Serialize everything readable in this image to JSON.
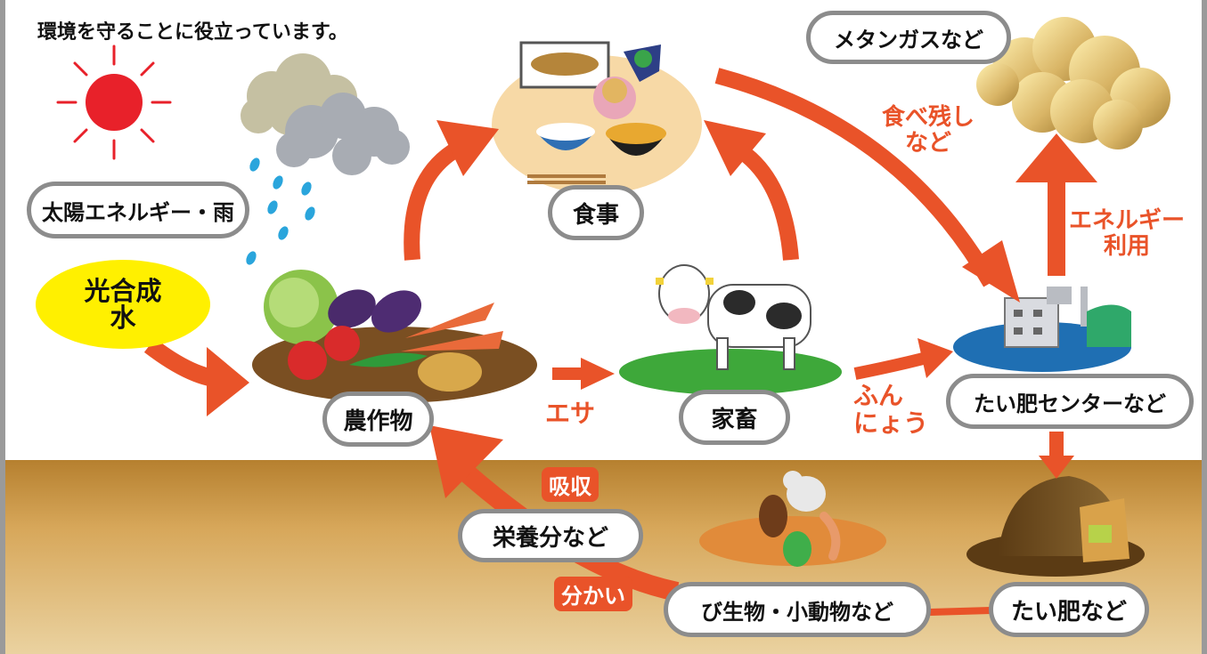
{
  "intro_text": "環境を守ることに役立っています。",
  "nodes": {
    "sun_rain": "太陽エネルギー・雨",
    "meal": "食事",
    "methane": "メタンガスなど",
    "crops": "農作物",
    "livestock": "家畜",
    "compost_center": "たい肥センターなど",
    "nutrients": "栄養分など",
    "microbes": "び生物・小動物など",
    "compost": "たい肥など"
  },
  "photosynthesis": {
    "line1": "光合成",
    "line2": "水"
  },
  "arrow_labels": {
    "leftovers_line1": "食べ残し",
    "leftovers_line2": "など",
    "energy_line1": "エネルギー",
    "energy_line2": "利用",
    "feed": "エサ",
    "manure_line1": "ふん",
    "manure_line2": "にょう",
    "absorb": "吸収",
    "decompose": "分かい"
  },
  "colors": {
    "arrow": "#e95329",
    "pill_border": "#8c8c8c",
    "soil": "#c8923e",
    "grass": "#3ea83a",
    "water": "#1f6fb3",
    "photosynthesis": "#fff000",
    "sun": "#e8212a"
  }
}
